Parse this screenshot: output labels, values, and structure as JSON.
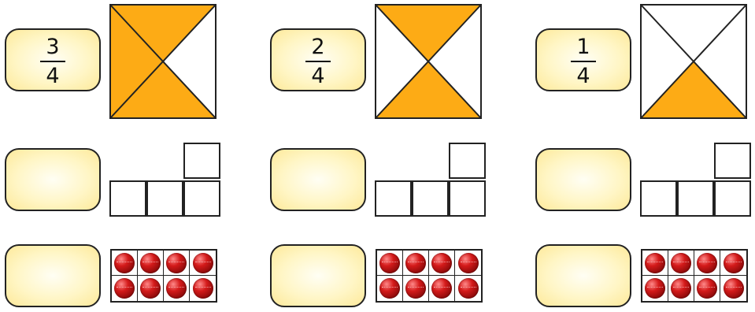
{
  "columns": [
    {
      "fraction": {
        "numerator": "3",
        "denominator": "4"
      },
      "shaded_triangles": [
        "top",
        "left",
        "bottom"
      ],
      "shaded_fraction": 0.75,
      "row2_answer": "",
      "row3_answer": "",
      "counters": 8
    },
    {
      "fraction": {
        "numerator": "2",
        "denominator": "4"
      },
      "shaded_triangles": [
        "top",
        "bottom"
      ],
      "shaded_fraction": 0.5,
      "row2_answer": "",
      "row3_answer": "",
      "counters": 8
    },
    {
      "fraction": {
        "numerator": "1",
        "denominator": "4"
      },
      "shaded_triangles": [
        "bottom"
      ],
      "shaded_fraction": 0.25,
      "row2_answer": "",
      "row3_answer": "",
      "counters": 8
    }
  ],
  "colors": {
    "shade": "#fdab15",
    "outline": "#222222",
    "answer_box": "#fff6c6",
    "counter": "#c81414"
  },
  "icons": {
    "counter": "red-ball-icon"
  }
}
